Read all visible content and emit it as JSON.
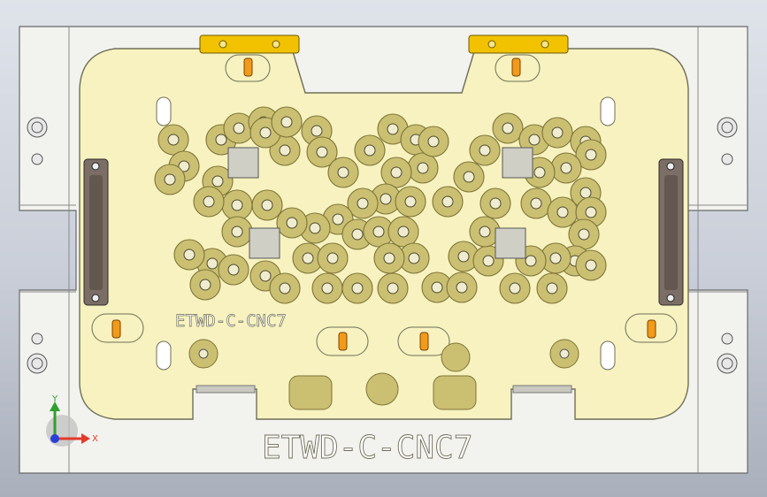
{
  "viewport": {
    "background_top": "#dfe3ea",
    "background_bottom": "#a9afbb"
  },
  "model": {
    "part_label_small": "ETWD-C-CNC7",
    "part_label_large": "ETWD-C-CNC7",
    "colors": {
      "base_plate": "#f2f2ef",
      "fixture_plate": "#f7f2bf",
      "plate_outline": "#6f6e58",
      "locator_pad": "#cbc072",
      "locator_ring": "#7d7437",
      "clamp_block": "#7a6e66",
      "bracket_yellow": "#f2c200",
      "pin_orange": "#f29a1a"
    }
  },
  "triad": {
    "y_label": "Y",
    "x_label": "X",
    "y_color": "#2fa02f",
    "x_color": "#e23a2a",
    "z_color": "#2a3fd8"
  }
}
